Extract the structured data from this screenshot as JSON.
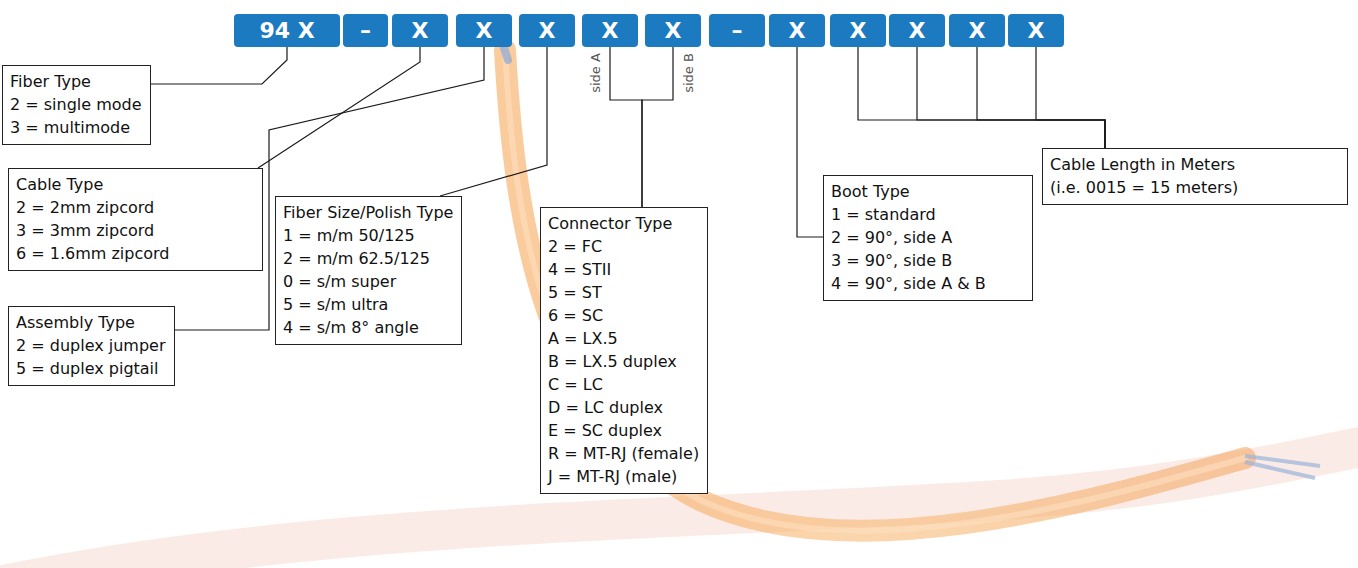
{
  "diagram": {
    "nodes": [
      {
        "text": [
          "94 X"
        ]
      },
      {
        "text": [
          "–"
        ]
      },
      {
        "text": [
          "X"
        ]
      },
      {
        "text": [
          "X"
        ]
      },
      {
        "text": [
          "X"
        ]
      },
      {
        "text": [
          "X"
        ]
      },
      {
        "text": [
          "X"
        ]
      },
      {
        "text": [
          "–"
        ]
      },
      {
        "text": [
          "X"
        ]
      },
      {
        "text": [
          "X"
        ]
      },
      {
        "text": [
          "X"
        ]
      },
      {
        "text": [
          "X"
        ]
      },
      {
        "text": [
          "X"
        ]
      },
      {
        "text": [
          "Fiber Type",
          "2 = single mode",
          "3 = multimode"
        ]
      },
      {
        "text": [
          "Cable Type",
          "2 = 2mm zipcord",
          "3 = 3mm zipcord",
          "6 = 1.6mm zipcord"
        ]
      },
      {
        "text": [
          "Assembly Type",
          "2 = duplex jumper",
          "5 = duplex pigtail"
        ]
      },
      {
        "text": [
          "Fiber Size/Polish Type",
          "1 = m/m 50/125",
          "2 = m/m 62.5/125",
          "0 = s/m super",
          "5 = s/m ultra",
          "4 = s/m 8° angle"
        ]
      },
      {
        "text": [
          "Connector Type",
          "2 = FC",
          "4 = STII",
          "5 = ST",
          "6 = SC",
          "A = LX.5",
          "B = LX.5 duplex",
          "C = LC",
          "D = LC duplex",
          "E = SC duplex",
          "R = MT-RJ (female)",
          "J = MT-RJ (male)"
        ]
      },
      {
        "text": [
          "Boot Type",
          "1 = standard",
          "2 = 90°, side A",
          "3 = 90°, side B",
          "4 = 90°, side A & B"
        ]
      },
      {
        "text": [
          "Cable Length in Meters",
          "(i.e. 0015 = 15 meters)"
        ]
      }
    ],
    "edges": [
      {
        "from": 13,
        "to": 0,
        "arrow": "none"
      },
      {
        "from": 14,
        "to": 2,
        "arrow": "none"
      },
      {
        "from": 15,
        "to": 3,
        "arrow": "none"
      },
      {
        "from": 16,
        "to": 4,
        "arrow": "none"
      },
      {
        "from": 17,
        "to": 5,
        "arrow": "none"
      },
      {
        "from": 17,
        "to": 6,
        "arrow": "none"
      },
      {
        "from": 18,
        "to": 8,
        "arrow": "none"
      },
      {
        "from": 19,
        "to": 9,
        "arrow": "none"
      },
      {
        "from": 19,
        "to": 10,
        "arrow": "none"
      },
      {
        "from": 19,
        "to": 11,
        "arrow": "none"
      },
      {
        "from": 19,
        "to": 12,
        "arrow": "none"
      }
    ],
    "labels": [
      "side A",
      "side B"
    ]
  }
}
